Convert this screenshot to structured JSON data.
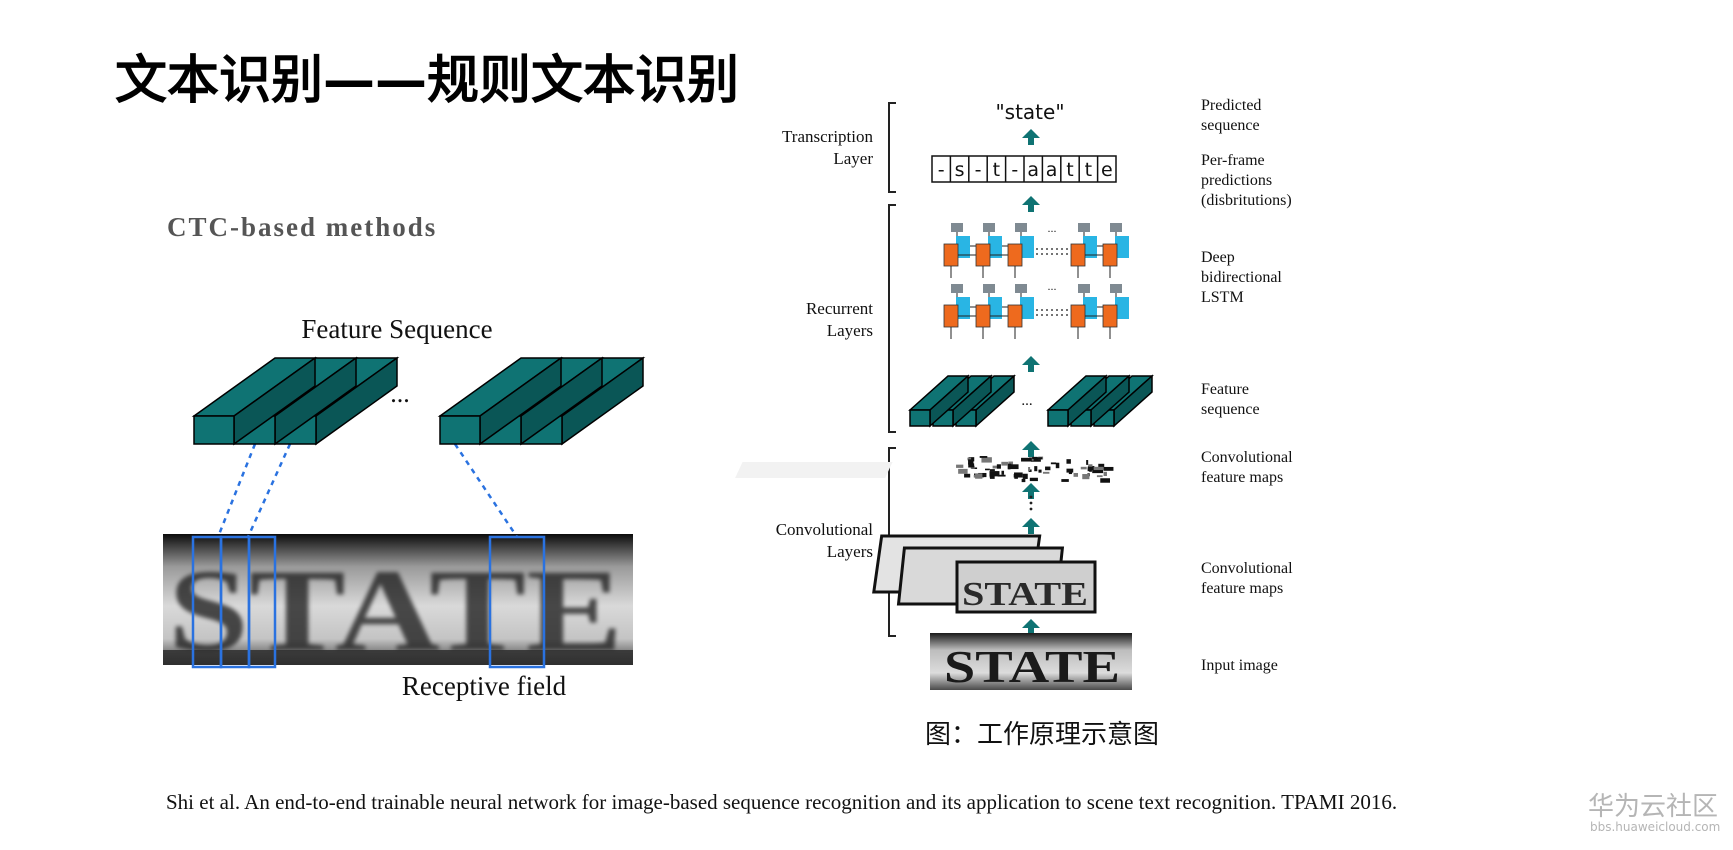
{
  "slide": {
    "title": "文本识别——规则文本识别",
    "subtitle": "CTC-based methods",
    "citation": "Shi et al. An end-to-end trainable neural network for image-based sequence recognition and its application to scene text recognition. TPAMI 2016.",
    "watermark": {
      "brand": "华为云社区",
      "url": "bbs.huaweicloud.com"
    }
  },
  "left_figure": {
    "feature_sequence_label": "Feature Sequence",
    "ellipsis": "...",
    "receptive_field_label": "Receptive field",
    "image_text": "STATE",
    "colors": {
      "block": "#0f7373",
      "block_side": "#0a5656",
      "link": "#2a72e0"
    }
  },
  "right_figure": {
    "predicted_text": "\"state\"",
    "frames": [
      "-",
      "s",
      "-",
      "t",
      "-",
      "a",
      "a",
      "t",
      "t",
      "e"
    ],
    "input_text": "STATE",
    "ellipsis": "...",
    "left_labels": {
      "transcription": [
        "Transcription",
        "Layer"
      ],
      "recurrent": [
        "Recurrent",
        "Layers"
      ],
      "convolutional": [
        "Convolutional",
        "Layers"
      ]
    },
    "right_labels": {
      "predicted": [
        "Predicted",
        "sequence"
      ],
      "per_frame": [
        "Per-frame",
        "predictions",
        "(disbritutions)"
      ],
      "lstm": [
        "Deep",
        "bidirectional",
        "LSTM"
      ],
      "feature_seq": [
        "Feature",
        "sequence"
      ],
      "conv_maps_top": [
        "Convolutional",
        "feature maps"
      ],
      "conv_maps_bottom": [
        "Convolutional",
        "feature maps"
      ],
      "input": [
        "Input image"
      ]
    },
    "caption": "图：工作原理示意图",
    "colors": {
      "arrow": "#0f7373",
      "lstm_orange": "#ee6a1e",
      "lstm_cyan": "#29b5e4",
      "lstm_gray": "#7f8a92"
    }
  }
}
